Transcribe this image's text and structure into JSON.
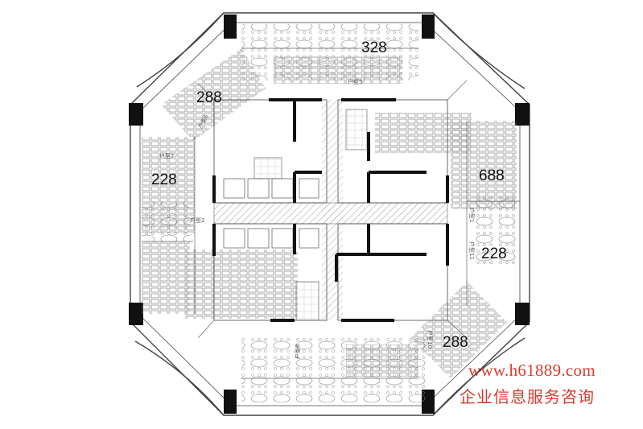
{
  "plan": {
    "area_labels": {
      "top": "328",
      "upper_left": "288",
      "left": "228",
      "right_upper": "688",
      "right_lower": "228",
      "lower_right": "288"
    },
    "room_labels": {
      "r1": "户型5",
      "r2": "户型6",
      "r3": "户型7",
      "r4": "户型2",
      "r5": "户型1",
      "r6": "户型11",
      "r7": "户型10",
      "r8": "户型8"
    }
  },
  "watermark": {
    "url": "www.h61889.com",
    "company": "企业信息服务咨询"
  },
  "colors": {
    "line": "#444444",
    "wall": "#111111",
    "accent": "#d83a2c"
  }
}
